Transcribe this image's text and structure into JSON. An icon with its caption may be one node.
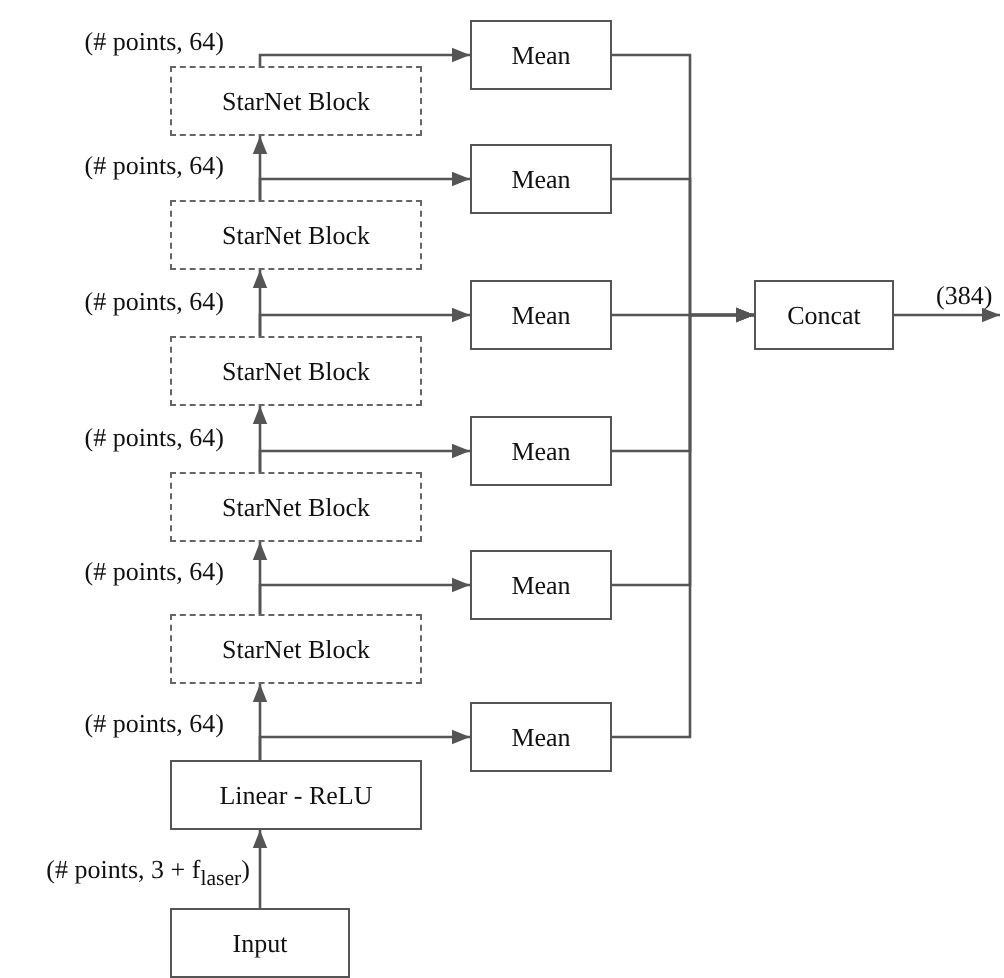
{
  "diagram": {
    "nodes": [
      {
        "text": [
          "Mean"
        ]
      },
      {
        "text": [
          "StarNet Block"
        ]
      },
      {
        "text": [
          "Mean"
        ]
      },
      {
        "text": [
          "StarNet Block"
        ]
      },
      {
        "text": [
          "Mean"
        ]
      },
      {
        "text": [
          "StarNet Block"
        ]
      },
      {
        "text": [
          "Mean"
        ]
      },
      {
        "text": [
          "StarNet Block"
        ]
      },
      {
        "text": [
          "Mean"
        ]
      },
      {
        "text": [
          "StarNet Block"
        ]
      },
      {
        "text": [
          "Mean"
        ]
      },
      {
        "text": [
          "Concat"
        ]
      },
      {
        "text": [
          "Linear - ReLU"
        ]
      },
      {
        "text": [
          "Input"
        ]
      }
    ],
    "edges": [
      {
        "from": 13,
        "to": 12,
        "arrow": "to",
        "label": "(# points, 3 + f$_{laser}$)"
      },
      {
        "from": 12,
        "to": 9,
        "arrow": "to"
      },
      {
        "from": 12,
        "to": 10,
        "arrow": "to",
        "label": "(# points, 64)"
      },
      {
        "from": 9,
        "to": 7,
        "arrow": "to"
      },
      {
        "from": 9,
        "to": 8,
        "arrow": "to",
        "label": "(# points, 64)"
      },
      {
        "from": 7,
        "to": 5,
        "arrow": "to"
      },
      {
        "from": 7,
        "to": 6,
        "arrow": "to",
        "label": "(# points, 64)"
      },
      {
        "from": 5,
        "to": 3,
        "arrow": "to"
      },
      {
        "from": 5,
        "to": 4,
        "arrow": "to",
        "label": "(# points, 64)"
      },
      {
        "from": 3,
        "to": 1,
        "arrow": "to"
      },
      {
        "from": 3,
        "to": 2,
        "arrow": "to",
        "label": "(# points, 64)"
      },
      {
        "from": 1,
        "to": 0,
        "arrow": "to",
        "label": "(# points, 64)"
      },
      {
        "from": 0,
        "to": 11,
        "arrow": "to"
      },
      {
        "from": 2,
        "to": 11,
        "arrow": "to"
      },
      {
        "from": 4,
        "to": 11,
        "arrow": "to"
      },
      {
        "from": 6,
        "to": 11,
        "arrow": "to"
      },
      {
        "from": 8,
        "to": 11,
        "arrow": "to"
      },
      {
        "from": 10,
        "to": 11,
        "arrow": "to"
      },
      {
        "from": 11,
        "to": null,
        "arrow": "to",
        "label": "(384)"
      }
    ]
  }
}
